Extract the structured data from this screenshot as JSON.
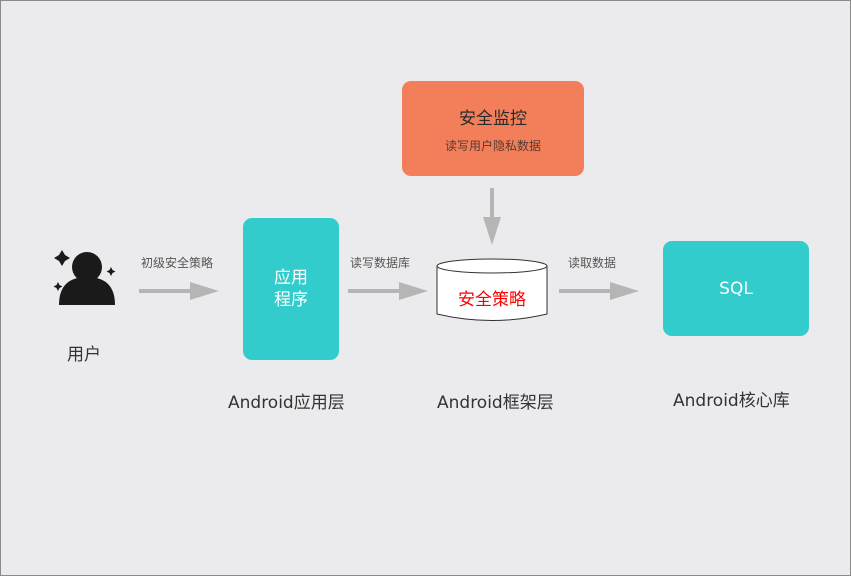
{
  "user": {
    "label": "用户",
    "icon": "user-icon"
  },
  "edges": [
    {
      "label": "初级安全策略"
    },
    {
      "label": "读写数据库"
    },
    {
      "label": "读取数据"
    }
  ],
  "app_box": {
    "line1": "应用",
    "line2": "程序",
    "color": "#33cccc"
  },
  "monitor_box": {
    "title": "安全监控",
    "subtitle": "读写用户隐私数据",
    "color": "#f27f5a"
  },
  "policy_db": {
    "label": "安全策略",
    "color": "#ff0000"
  },
  "sql_box": {
    "label": "SQL",
    "color": "#33cccc"
  },
  "captions": {
    "app_layer": "Android应用层",
    "framework_layer": "Android框架层",
    "core_lib": "Android核心库"
  }
}
